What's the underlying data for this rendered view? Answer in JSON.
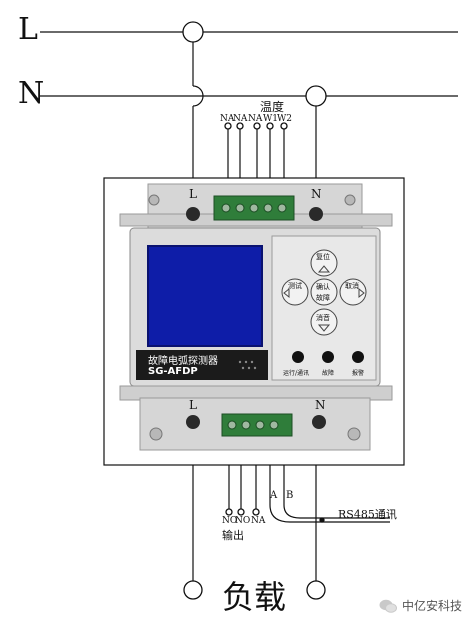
{
  "wiring": {
    "line_L": "L",
    "line_N": "N",
    "top_terminals": [
      "NA",
      "NA",
      "NA",
      "W1",
      "W2"
    ],
    "temperature_label": "温度",
    "bottom_terminals": [
      "NO",
      "NO",
      "NA"
    ],
    "output_label": "输出",
    "rs485_A": "A",
    "rs485_B": "B",
    "rs485_label": "RS485通讯",
    "load_label": "负载"
  },
  "device": {
    "terminal_L": "L",
    "terminal_N": "N",
    "model_cn": "故障电弧探测器",
    "model_code": "SG-AFDP",
    "buttons": {
      "reset": "复位",
      "test": "测试",
      "confirm": [
        "确认",
        "故障"
      ],
      "query": "取消",
      "silence": "消音"
    },
    "indicators": [
      "运行/通讯",
      "故障",
      "报警"
    ]
  },
  "watermark": "中亿安科技",
  "colors": {
    "wire": "#111111",
    "panel": "#dcdcdc",
    "keypad": "#e8e8e8",
    "screen": "#0e1da8",
    "terminal_green": "#2f7d3a"
  }
}
